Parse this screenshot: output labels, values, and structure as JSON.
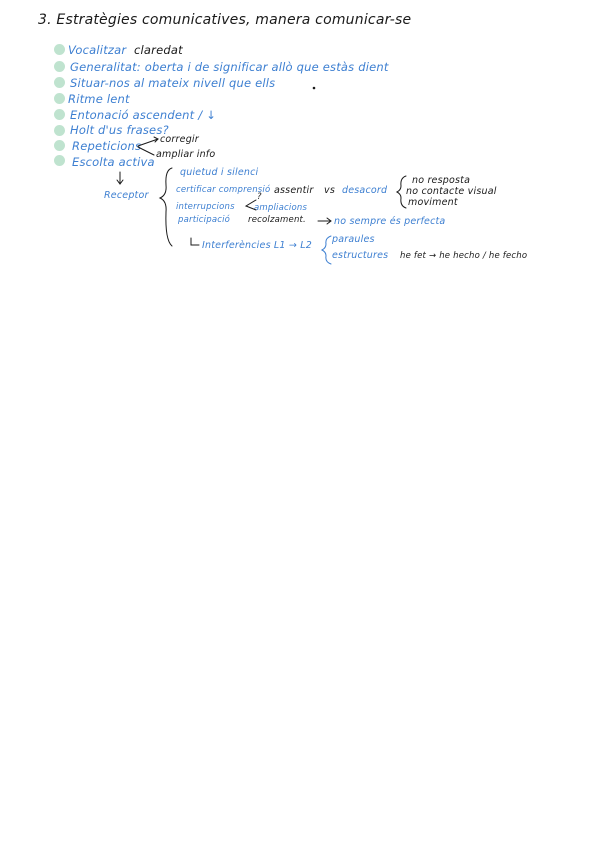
{
  "title": "3. Estratègies comunicatives, manera comunicar-se",
  "colors": {
    "bullet": "#bfe3cf",
    "blue_ink": "#3d7fd1",
    "black_ink": "#1a1a1a"
  },
  "items": [
    {
      "label": "Vocalitzar",
      "extra": "claredat"
    },
    {
      "label": "Generalitat: oberta i de significar allò que estàs dient"
    },
    {
      "label": "Situar-nos al mateix nivell que ells"
    },
    {
      "label": "Ritme lent"
    },
    {
      "label": "Entonació ascendent / ↓"
    },
    {
      "label": "Holt d'us frases?"
    },
    {
      "label": "Repeticions",
      "branches": [
        "corregir",
        "ampliar info"
      ]
    },
    {
      "label": "Escolta activa"
    }
  ],
  "receptor": {
    "label": "Receptor",
    "rows": {
      "r1": "quietud i silenci",
      "r2_blue": "certificar comprensió",
      "r2_black": "assentir",
      "r2_vs": "vs",
      "r2_desacord": "desacord",
      "r2_list": [
        "no resposta",
        "no contacte visual",
        "moviment"
      ],
      "r3_blue": "interrupcions",
      "r3_q": "?",
      "r3_branch": "ampliacions",
      "r4_blue": "participació",
      "r4_black": "recolzament.",
      "r4_arrow_text": "no sempre és perfecta",
      "r5_text": "Interferències L1 → L2",
      "r5_list": [
        "paraules",
        "estructures"
      ],
      "r5_example": "he fet → he hecho / he fecho"
    }
  }
}
